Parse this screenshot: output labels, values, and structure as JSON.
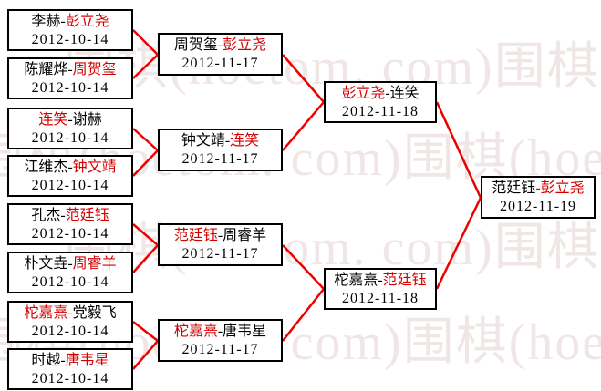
{
  "colors": {
    "line_red": "#ee0000",
    "name_red": "#d40000",
    "name_black": "#000000",
    "border": "#000000",
    "background": "#ffffff",
    "watermark": "#f0e6e6"
  },
  "watermark": {
    "text": "围棋(hoetom. com)"
  },
  "bracket": {
    "round1": [
      {
        "p1": "李赫-",
        "p1_color": "nm-black",
        "p2": "彭立尧",
        "p2_color": "nm-red",
        "date": "2012-10-14"
      },
      {
        "p1": "陈耀烨-",
        "p1_color": "nm-black",
        "p2": "周贺玺",
        "p2_color": "nm-red",
        "date": "2012-10-14"
      },
      {
        "p1": "连笑",
        "p1_color": "nm-red",
        "p2": "-谢赫",
        "p2_color": "nm-black",
        "date": "2012-10-14"
      },
      {
        "p1": "江维杰-",
        "p1_color": "nm-black",
        "p2": "钟文靖",
        "p2_color": "nm-red",
        "date": "2012-10-14"
      },
      {
        "p1": "孔杰-",
        "p1_color": "nm-black",
        "p2": "范廷钰",
        "p2_color": "nm-red",
        "date": "2012-10-14"
      },
      {
        "p1": "朴文垚-",
        "p1_color": "nm-black",
        "p2": "周睿羊",
        "p2_color": "nm-red",
        "date": "2012-10-14"
      },
      {
        "p1": "柁嘉熹-",
        "p1_color": "nm-red",
        "p2": "党毅飞",
        "p2_color": "nm-black",
        "date": "2012-10-14"
      },
      {
        "p1": "时越-",
        "p1_color": "nm-black",
        "p2": "唐韦星",
        "p2_color": "nm-red",
        "date": "2012-10-14"
      }
    ],
    "round2": [
      {
        "p1": "周贺玺-",
        "p1_color": "nm-black",
        "p2": "彭立尧",
        "p2_color": "nm-red",
        "date": "2012-11-17"
      },
      {
        "p1": "钟文靖-",
        "p1_color": "nm-black",
        "p2": "连笑",
        "p2_color": "nm-red",
        "date": "2012-11-17"
      },
      {
        "p1": "范廷钰",
        "p1_color": "nm-red",
        "p2": "-周睿羊",
        "p2_color": "nm-black",
        "date": "2012-11-17"
      },
      {
        "p1": "柁嘉熹",
        "p1_color": "nm-red",
        "p2": "-唐韦星",
        "p2_color": "nm-black",
        "date": "2012-11-17"
      }
    ],
    "round3": [
      {
        "p1": "彭立尧",
        "p1_color": "nm-red",
        "p2": "-连笑",
        "p2_color": "nm-black",
        "date": "2012-11-18"
      },
      {
        "p1": "柁嘉熹-",
        "p1_color": "nm-black",
        "p2": "范廷钰",
        "p2_color": "nm-red",
        "date": "2012-11-18"
      }
    ],
    "final": [
      {
        "p1": "范廷钰",
        "p1_color": "nm-black",
        "p2": "-彭立尧",
        "p2_color": "nm-red",
        "date": "2012-11-19"
      }
    ]
  }
}
